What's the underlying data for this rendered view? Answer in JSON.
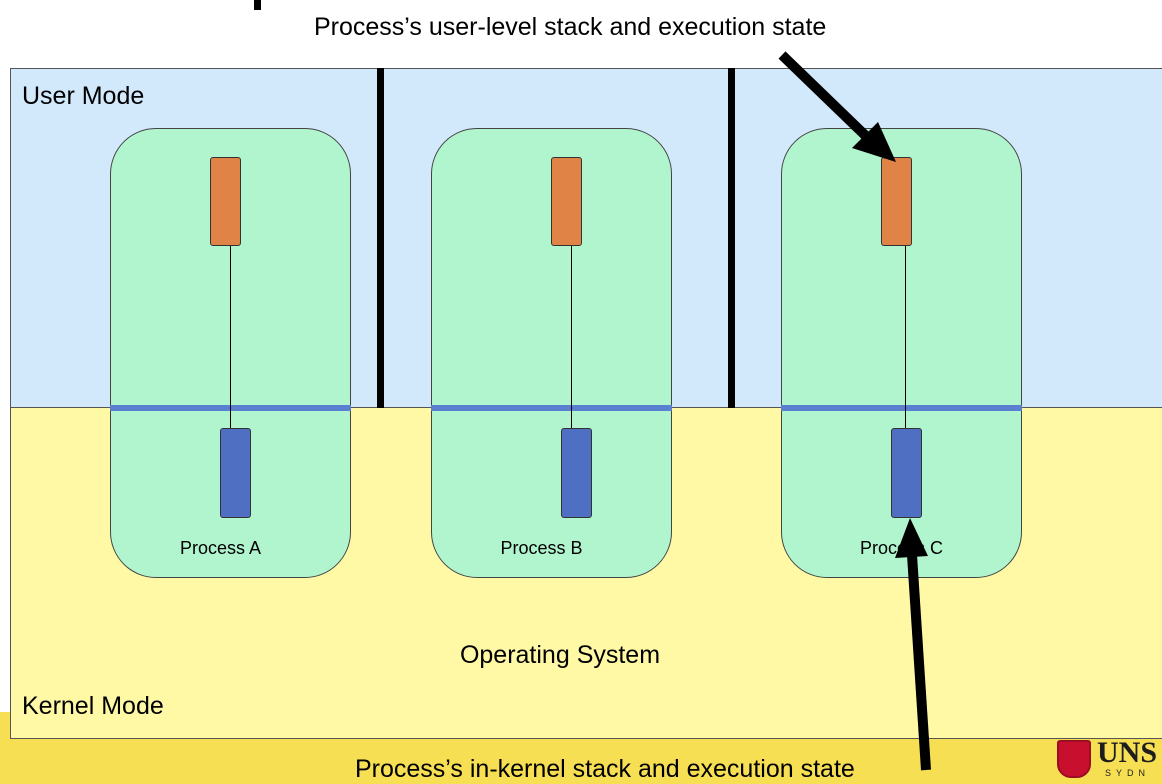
{
  "annotations": {
    "top": "Process’s user-level stack and execution state",
    "bottom": "Process’s in-kernel stack and execution state"
  },
  "modes": {
    "user": "User Mode",
    "kernel": "Kernel Mode"
  },
  "os_label": "Operating System",
  "processes": [
    {
      "label": "Process A"
    },
    {
      "label": "Process B"
    },
    {
      "label": "Process C"
    }
  ],
  "logo": {
    "text": "UNS",
    "sub": "SYDN"
  },
  "colors": {
    "user_region": "#d2e8fb",
    "kernel_region": "#fff9a6",
    "process_box": "#b1f5ce",
    "user_stack": "#e08347",
    "kernel_stack": "#4f6fc2",
    "mode_boundary": "#5a7fd0",
    "footer_band": "#f7df54"
  }
}
